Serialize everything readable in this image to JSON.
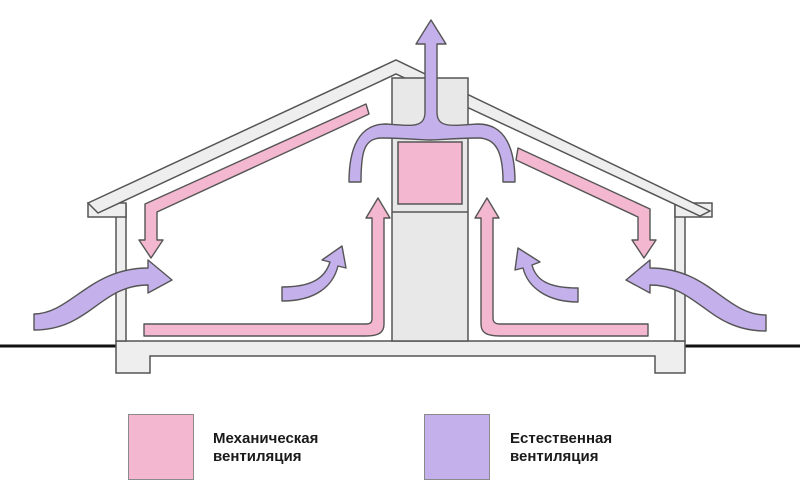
{
  "colors": {
    "mechanical": "#f3b8cf",
    "natural": "#c4b0ea",
    "outline": "#555555",
    "structure_fill": "#eeeeee",
    "ground": "#111111"
  },
  "legend": {
    "mechanical": {
      "line1": "Механическая",
      "line2": "вентиляция"
    },
    "natural": {
      "line1": "Естественная",
      "line2": "вентиляция"
    }
  }
}
